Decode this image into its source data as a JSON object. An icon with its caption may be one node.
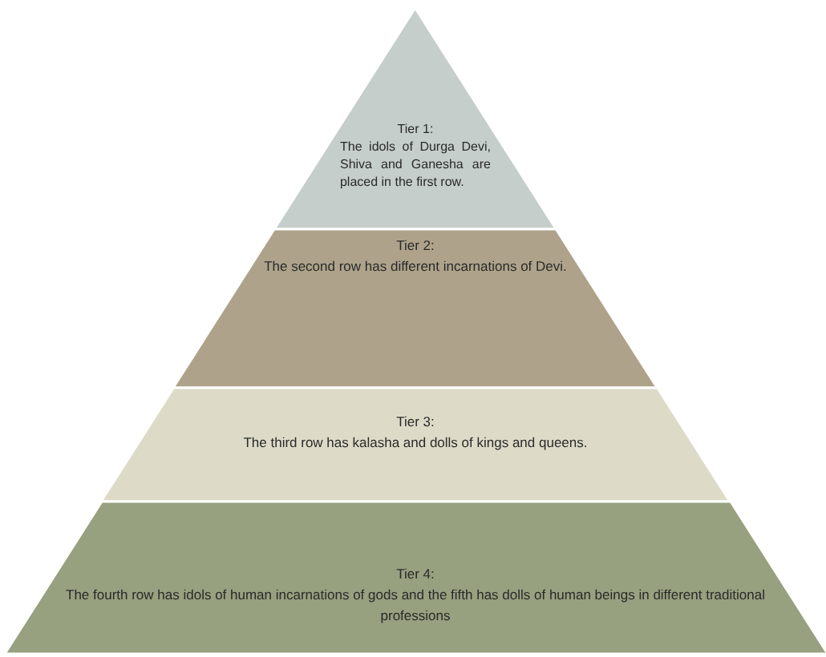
{
  "diagram": {
    "nodes": [
      {
        "text": [
          "Tier 1:",
          "The idols of Durga Devi, Shiva and Ganesha are placed in the first row."
        ]
      },
      {
        "text": [
          "Tier 2:",
          "The second row has different incarnations of Devi."
        ]
      },
      {
        "text": [
          "Tier 3:",
          "The third row has kalasha and dolls of kings and queens."
        ]
      },
      {
        "text": [
          "Tier 4:",
          "The fourth row has idols of human incarnations of gods and the fifth has dolls of human beings in different traditional professions"
        ]
      }
    ]
  }
}
